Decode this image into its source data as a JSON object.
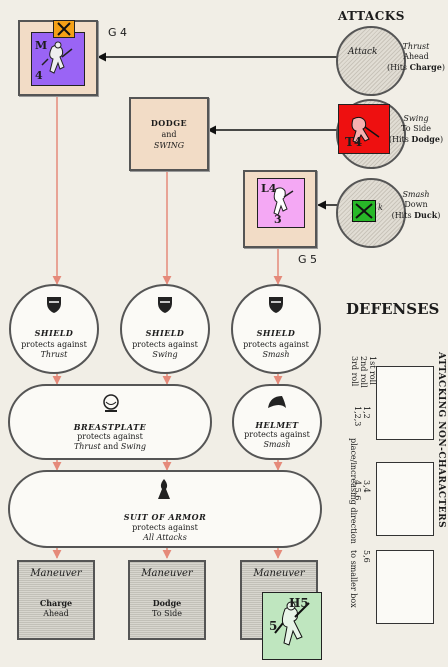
{
  "headings": {
    "attacks": "ATTACKS",
    "defenses": "DEFENSES",
    "attacking_non_characters": "ATTACKING NON-CHARACTERS"
  },
  "counters": {
    "top_left": {
      "label": "G 4",
      "code": "M",
      "num": "4",
      "color": "#9a64f5"
    },
    "middle_pink": {
      "label": "G 5",
      "code": "L4",
      "num": "3",
      "color": "#f4a8f4"
    },
    "swing_red": {
      "num": "T4",
      "color": "#ee1010"
    },
    "bottom_green": {
      "code": "H5",
      "num": "5",
      "color": "#bfe6bf"
    }
  },
  "dodge_box": {
    "line1": "DODGE",
    "line2": "and",
    "line3": "SWING"
  },
  "attacks": [
    {
      "label": "Attack",
      "desc1": "Thrust",
      "desc2": "Ahead",
      "desc3": "(Hits ",
      "hit": "Charge",
      "close": ")"
    },
    {
      "label": "",
      "desc1": "Swing",
      "desc2": "To Side",
      "desc3": "(Hits ",
      "hit": "Dodge",
      "close": ")"
    },
    {
      "label": "k",
      "desc1": "Smash",
      "desc2": "Down",
      "desc3": "(Hits ",
      "hit": "Duck",
      "close": ")"
    }
  ],
  "defenses": [
    {
      "name": "SHIELD",
      "line2": "protects against",
      "line3": "Thrust"
    },
    {
      "name": "SHIELD",
      "line2": "protects against",
      "line3": "Swing"
    },
    {
      "name": "SHIELD",
      "line2": "protects against",
      "line3": "Smash"
    }
  ],
  "breastplate": {
    "name": "BREASTPLATE",
    "line2": "protects against",
    "line3a": "Thrust",
    "line3b": " and ",
    "line3c": "Swing"
  },
  "helmet": {
    "name": "HELMET",
    "line2": "protects against",
    "line3": "Smash"
  },
  "armor": {
    "name": "SUIT OF ARMOR",
    "line2": "protects against",
    "line3": "All Attacks"
  },
  "maneuvers": [
    {
      "title": "Maneuver",
      "name": "Charge",
      "desc": "Ahead"
    },
    {
      "title": "Maneuver",
      "name": "Dodge",
      "desc": "To Side"
    },
    {
      "title": "Maneuver",
      "name": "",
      "desc": ""
    }
  ],
  "rolls": {
    "r1": "1st roll",
    "r2": "2nd roll",
    "r3": "3rd roll",
    "v1": "1,2",
    "v2": "1,2,3",
    "v3": "3,4",
    "v4": "4,5,6",
    "v5": "5,6",
    "note1": "place/increasing direction",
    "note2": "to smaller box"
  },
  "colors": {
    "arrow": "#e58a7a",
    "border": "#555555",
    "box": "#f2dcc6"
  }
}
